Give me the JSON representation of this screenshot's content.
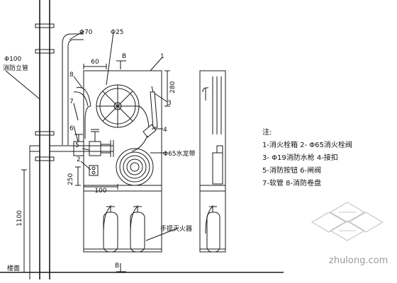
{
  "labels": {
    "riser_diameter": "Φ100",
    "riser_name": "消防立管",
    "hose_phi70": "Φ70",
    "phi25": "Φ25",
    "dim_60": "60",
    "section_B_top": "B",
    "section_B_bottom": "B",
    "num_1": "1",
    "num_3": "3",
    "num_4": "4",
    "num_8": "8",
    "num_7": "7",
    "num_6": "6",
    "num_5": "5",
    "num_2": "2",
    "dim_280": "280",
    "dim_250": "250",
    "dim_100": "100",
    "dim_1100": "1100",
    "hose_label": "Φ65水龙带",
    "extinguisher_label": "手提灭火器",
    "floor_label": "楼面"
  },
  "notes": {
    "title": "注:",
    "lines": [
      "1-消火栓箱   2- Φ65消火栓阀",
      "3- Φ19消防水枪  4-接扣",
      "5-消防按钮  6-闸阀",
      "7-软管   8-消防卷盘"
    ]
  },
  "watermark": {
    "text": "zhulong.com"
  }
}
